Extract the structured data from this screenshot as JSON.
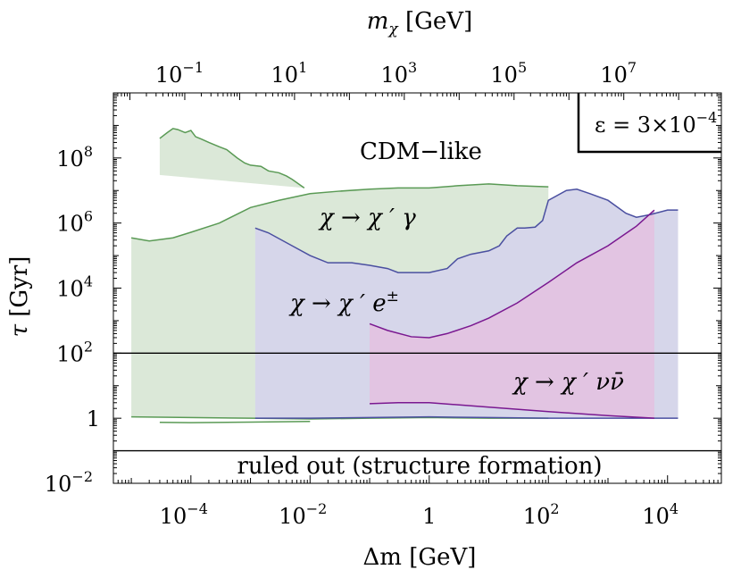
{
  "chart_data": {
    "type": "area",
    "title": "",
    "xlabel": "Δm  [GeV]",
    "ylabel": "τ  [Gyr]",
    "top_xlabel": "m_χ  [GeV]",
    "x_scale": "log",
    "y_scale": "log",
    "xlim": [
      5e-06,
      80000
    ],
    "ylim": [
      0.01,
      10000000000
    ],
    "top_xlim": [
      0.005,
      600000000
    ],
    "x_ticks": [
      {
        "value": 0.0001,
        "base": "10",
        "exp": "−4"
      },
      {
        "value": 0.01,
        "base": "10",
        "exp": "−2"
      },
      {
        "value": 1,
        "base": "1",
        "exp": ""
      },
      {
        "value": 100,
        "base": "10",
        "exp": "2"
      },
      {
        "value": 10000,
        "base": "10",
        "exp": "4"
      }
    ],
    "y_ticks": [
      {
        "value": 0.01,
        "base": "10",
        "exp": "−2"
      },
      {
        "value": 1,
        "base": "1",
        "exp": ""
      },
      {
        "value": 100,
        "base": "10",
        "exp": "2"
      },
      {
        "value": 10000,
        "base": "10",
        "exp": "4"
      },
      {
        "value": 1000000,
        "base": "10",
        "exp": "6"
      },
      {
        "value": 100000000,
        "base": "10",
        "exp": "8"
      }
    ],
    "top_ticks": [
      {
        "value": 0.1,
        "base": "10",
        "exp": "−1"
      },
      {
        "value": 10,
        "base": "10",
        "exp": "1"
      },
      {
        "value": 1000,
        "base": "10",
        "exp": "3"
      },
      {
        "value": 100000,
        "base": "10",
        "exp": "5"
      },
      {
        "value": 10000000,
        "base": "10",
        "exp": "7"
      }
    ],
    "reference_lines": [
      {
        "axis": "y",
        "value": 100
      },
      {
        "axis": "y",
        "value": 0.1
      }
    ],
    "legend_box": {
      "text": "ε = 3×10",
      "exp": "−4",
      "placement": "top-right"
    },
    "annotations": {
      "cdm": "CDM−like",
      "ruled_out": "ruled out (structure formation)",
      "photon": "χ → χ ′ γ",
      "electron_base": "χ → χ ′ e",
      "electron_sup": "±",
      "neutrino": "χ → χ ′ νν̄"
    },
    "series": [
      {
        "key": "photon",
        "color": "#5a9a55",
        "fill": "#dbe8d8",
        "upper": [
          [
            1e-05,
            350000
          ],
          [
            2e-05,
            280000
          ],
          [
            5e-05,
            350000
          ],
          [
            0.0001,
            520000
          ],
          [
            0.0003,
            1000000
          ],
          [
            0.001,
            3000000
          ],
          [
            0.003,
            5000000
          ],
          [
            0.01,
            8000000
          ],
          [
            0.03,
            9500000
          ],
          [
            0.1,
            11000000
          ],
          [
            0.3,
            12000000
          ],
          [
            1,
            12000000
          ],
          [
            3,
            14000000
          ],
          [
            10,
            16000000
          ],
          [
            30,
            14000000
          ],
          [
            100,
            13000000
          ]
        ],
        "lower": [
          [
            1e-05,
            1.1
          ],
          [
            0.001,
            1.0
          ],
          [
            0.01,
            0.95
          ],
          [
            0.1,
            1.0
          ],
          [
            1,
            1.05
          ],
          [
            10,
            1.0
          ],
          [
            100,
            1.0
          ]
        ]
      },
      {
        "key": "photon_high",
        "color": "#5a9a55",
        "fill": "#dbe8d8",
        "upper": [
          [
            3e-05,
            400000000
          ],
          [
            4e-05,
            600000000
          ],
          [
            5e-05,
            800000000
          ],
          [
            6e-05,
            750000000
          ],
          [
            8e-05,
            600000000
          ],
          [
            0.0001,
            700000000
          ],
          [
            0.00012,
            450000000
          ],
          [
            0.00015,
            380000000
          ],
          [
            0.0002,
            300000000
          ],
          [
            0.0003,
            220000000
          ],
          [
            0.0004,
            180000000
          ],
          [
            0.0006,
            100000000
          ],
          [
            0.0008,
            70000000
          ],
          [
            0.001,
            60000000
          ],
          [
            0.0015,
            55000000
          ],
          [
            0.002,
            40000000
          ],
          [
            0.003,
            35000000
          ],
          [
            0.004,
            28000000
          ],
          [
            0.005,
            22000000
          ],
          [
            0.008,
            12000000
          ]
        ],
        "lower": [
          [
            3e-05,
            30000000
          ],
          [
            0.008,
            12000000
          ]
        ]
      },
      {
        "key": "photon_lower_branch",
        "color": "#5a9a55",
        "fill": "none",
        "upper": [
          [
            3e-05,
            0.75
          ],
          [
            0.0001,
            0.73
          ],
          [
            0.001,
            0.76
          ],
          [
            0.01,
            0.8
          ]
        ],
        "lower": []
      },
      {
        "key": "electron",
        "color": "#4a4fa0",
        "fill": "#d6d6ea",
        "upper": [
          [
            0.0012,
            700000
          ],
          [
            0.002,
            500000
          ],
          [
            0.005,
            200000
          ],
          [
            0.01,
            100000
          ],
          [
            0.02,
            60000
          ],
          [
            0.05,
            60000
          ],
          [
            0.1,
            50000
          ],
          [
            0.2,
            40000
          ],
          [
            0.3,
            30000
          ],
          [
            0.5,
            30000
          ],
          [
            1,
            30000
          ],
          [
            2,
            40000
          ],
          [
            3,
            80000
          ],
          [
            5,
            110000
          ],
          [
            10,
            140000
          ],
          [
            15,
            200000
          ],
          [
            20,
            400000
          ],
          [
            30,
            700000
          ],
          [
            40,
            700000
          ],
          [
            60,
            750000
          ],
          [
            80,
            1200000
          ],
          [
            100,
            5000000
          ],
          [
            200,
            10000000
          ],
          [
            300,
            11000000
          ],
          [
            500,
            8000000
          ],
          [
            1000,
            5000000
          ],
          [
            2000,
            2000000
          ],
          [
            3000,
            1500000
          ],
          [
            5000,
            1800000
          ],
          [
            10000,
            2500000
          ],
          [
            15000,
            2500000
          ]
        ],
        "lower": [
          [
            0.0012,
            1.0
          ],
          [
            0.01,
            1.0
          ],
          [
            0.1,
            1.05
          ],
          [
            1,
            1.1
          ],
          [
            10,
            1.05
          ],
          [
            100,
            1.0
          ],
          [
            1000,
            1.0
          ],
          [
            15000,
            1.0
          ]
        ]
      },
      {
        "key": "neutrino",
        "color": "#7a1890",
        "fill": "#e2c4e2",
        "upper": [
          [
            0.1,
            800
          ],
          [
            0.2,
            500
          ],
          [
            0.5,
            320
          ],
          [
            1,
            300
          ],
          [
            2,
            400
          ],
          [
            5,
            700
          ],
          [
            10,
            1200
          ],
          [
            30,
            3500
          ],
          [
            100,
            15000
          ],
          [
            300,
            60000
          ],
          [
            1000,
            200000
          ],
          [
            3000,
            800000
          ],
          [
            6000,
            2500000
          ]
        ],
        "lower": [
          [
            0.1,
            2.8
          ],
          [
            0.3,
            3.0
          ],
          [
            1,
            3.0
          ],
          [
            10,
            2.2
          ],
          [
            100,
            1.6
          ],
          [
            1000,
            1.2
          ],
          [
            6000,
            1.0
          ]
        ]
      }
    ]
  }
}
